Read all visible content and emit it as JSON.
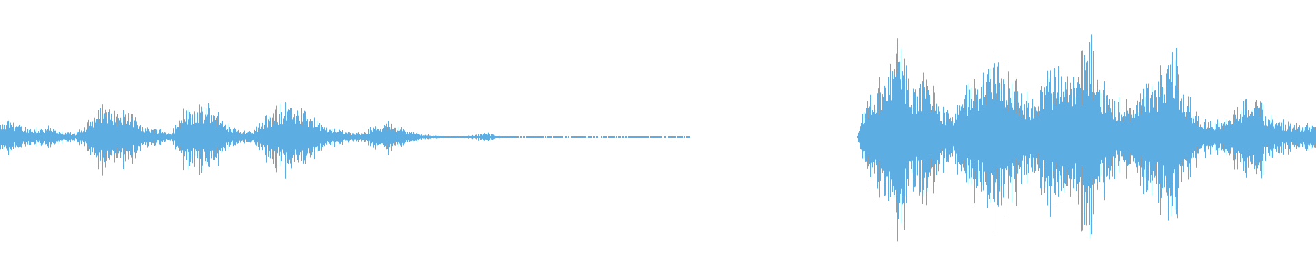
{
  "waveform": {
    "color": "#5dade2",
    "background": "#ffffff",
    "envelope_bins": 96,
    "envelope": [
      0.17,
      0.12,
      0.08,
      0.1,
      0.05,
      0.04,
      0.15,
      0.35,
      0.2,
      0.25,
      0.1,
      0.08,
      0.04,
      0.28,
      0.3,
      0.28,
      0.12,
      0.05,
      0.07,
      0.2,
      0.3,
      0.28,
      0.2,
      0.12,
      0.08,
      0.04,
      0.05,
      0.12,
      0.14,
      0.07,
      0.04,
      0.02,
      0.01,
      0.01,
      0.02,
      0.04,
      0.01,
      0.01,
      0.006,
      0.006,
      0.006,
      0.006,
      0.006,
      0.006,
      0.006,
      0.006,
      0.006,
      0.006,
      0.006,
      0.006,
      0,
      0,
      0,
      0,
      0,
      0,
      0,
      0,
      0,
      0,
      0,
      0,
      0,
      0.5,
      0.55,
      1.0,
      0.5,
      0.6,
      0.3,
      0.2,
      0.45,
      0.6,
      0.85,
      0.6,
      0.45,
      0.3,
      0.6,
      0.65,
      0.6,
      0.95,
      0.5,
      0.35,
      0.3,
      0.55,
      0.6,
      0.9,
      0.4,
      0.2,
      0.15,
      0.15,
      0.3,
      0.4,
      0.2,
      0.15,
      0.12,
      0.12
    ]
  }
}
